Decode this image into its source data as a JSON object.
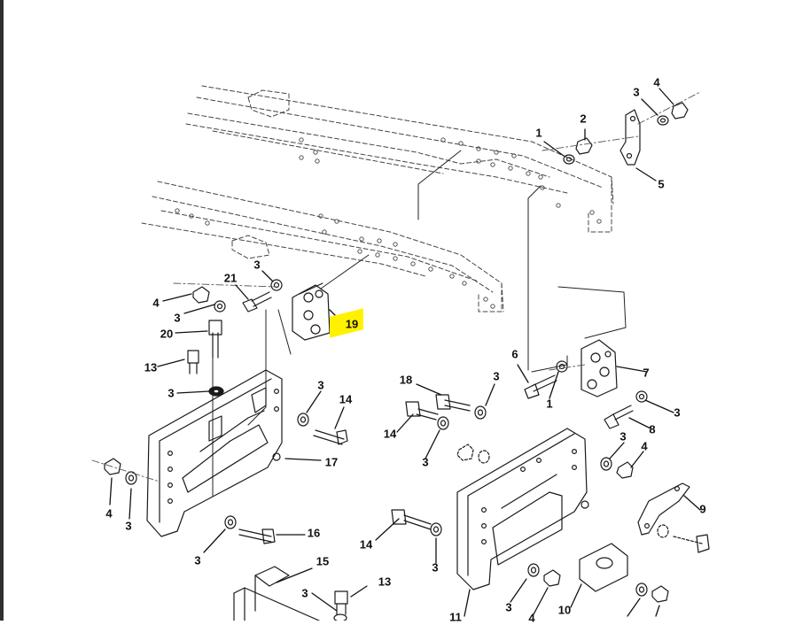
{
  "callouts": [
    {
      "id": "c1a",
      "text": "1"
    },
    {
      "id": "c2",
      "text": "2"
    },
    {
      "id": "c3a",
      "text": "3"
    },
    {
      "id": "c4a",
      "text": "4"
    },
    {
      "id": "c5",
      "text": "5"
    },
    {
      "id": "c21",
      "text": "21"
    },
    {
      "id": "c3b",
      "text": "3"
    },
    {
      "id": "c4b",
      "text": "4"
    },
    {
      "id": "c3c",
      "text": "3"
    },
    {
      "id": "c19",
      "text": "19"
    },
    {
      "id": "c20",
      "text": "20"
    },
    {
      "id": "c13a",
      "text": "13"
    },
    {
      "id": "c3d",
      "text": "3"
    },
    {
      "id": "c3e",
      "text": "3"
    },
    {
      "id": "c14a",
      "text": "14"
    },
    {
      "id": "c17",
      "text": "17"
    },
    {
      "id": "c4c",
      "text": "4"
    },
    {
      "id": "c3f",
      "text": "3"
    },
    {
      "id": "c16",
      "text": "16"
    },
    {
      "id": "c3g",
      "text": "3"
    },
    {
      "id": "c15",
      "text": "15"
    },
    {
      "id": "c3h",
      "text": "3"
    },
    {
      "id": "c13b",
      "text": "13"
    },
    {
      "id": "c6",
      "text": "6"
    },
    {
      "id": "c7",
      "text": "7"
    },
    {
      "id": "c1b",
      "text": "1"
    },
    {
      "id": "c18",
      "text": "18"
    },
    {
      "id": "c3i",
      "text": "3"
    },
    {
      "id": "c3j",
      "text": "3"
    },
    {
      "id": "c8",
      "text": "8"
    },
    {
      "id": "c14b",
      "text": "14"
    },
    {
      "id": "c3k",
      "text": "3"
    },
    {
      "id": "c3l",
      "text": "3"
    },
    {
      "id": "c4d",
      "text": "4"
    },
    {
      "id": "c9",
      "text": "9"
    },
    {
      "id": "c14c",
      "text": "14"
    },
    {
      "id": "c3m",
      "text": "3"
    },
    {
      "id": "c3n",
      "text": "3"
    },
    {
      "id": "c4e",
      "text": "4"
    },
    {
      "id": "c10",
      "text": "10"
    },
    {
      "id": "c11",
      "text": "11"
    }
  ],
  "highlight_color": "#fff200"
}
